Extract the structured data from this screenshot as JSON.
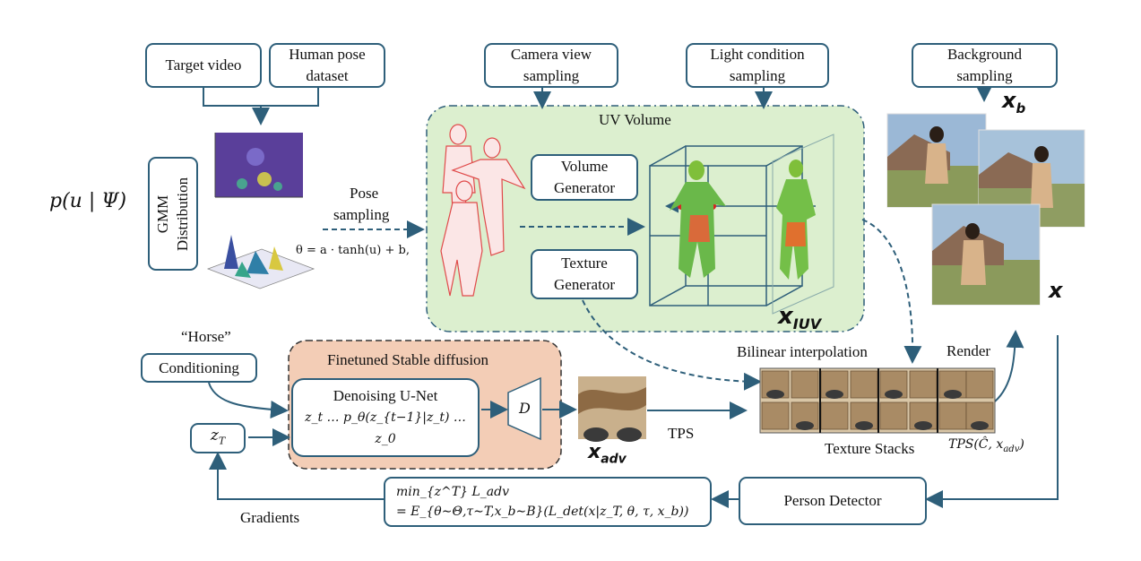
{
  "inputs": {
    "target_video": "Target video",
    "human_pose_dataset_line1": "Human pose",
    "human_pose_dataset_line2": "dataset",
    "camera_view_line1": "Camera view",
    "camera_view_line2": "sampling",
    "light_condition_line1": "Light condition",
    "light_condition_line2": "sampling",
    "background_line1": "Background",
    "background_line2": "sampling"
  },
  "gmm": {
    "formula": "p(u | Ψ)",
    "label_line1": "GMM",
    "label_line2": "Distribution",
    "theta_formula": "θ = a · tanh(u) + b,"
  },
  "pose_sampling": {
    "line1": "Pose",
    "line2": "sampling"
  },
  "uv_volume": {
    "title": "UV Volume",
    "volume_generator_line1": "Volume",
    "volume_generator_line2": "Generator",
    "texture_generator_line1": "Texture",
    "texture_generator_line2": "Generator",
    "x_iuv": "x",
    "x_iuv_sub": "IUV"
  },
  "render": {
    "x_b": "x",
    "x_b_sub": "b",
    "x": "x",
    "render_label": "Render",
    "bilinear": "Bilinear interpolation",
    "texture_stacks": "Texture Stacks",
    "tps_formula": "TPS(Ĉ, x",
    "tps_formula_sub": "adv",
    "tps_close": ")"
  },
  "diffusion": {
    "horse_quote": "“Horse”",
    "conditioning": "Conditioning",
    "title": "Finetuned Stable diffusion",
    "unet_line1": "Denoising U-Net",
    "unet_line2": "z_t  … p_θ(z_{t−1}|z_t) … z_0",
    "decoder": "D",
    "x_adv": "x",
    "x_adv_sub": "adv",
    "tps": "TPS",
    "z_t": "z",
    "z_t_sub": "T"
  },
  "loss": {
    "line1": "min_{z^T} L_adv",
    "line2": "= E_{θ∼Θ,τ∼T,x_b∼B}(L_det(x|z_T, θ, τ, x_b))",
    "person_detector": "Person Detector",
    "gradients": "Gradients"
  },
  "colors": {
    "box_border": "#2e5f7a",
    "arrow": "#2e5f7a",
    "uv_fill": "#dcefcf",
    "diffusion_fill": "#f3cdb6"
  }
}
